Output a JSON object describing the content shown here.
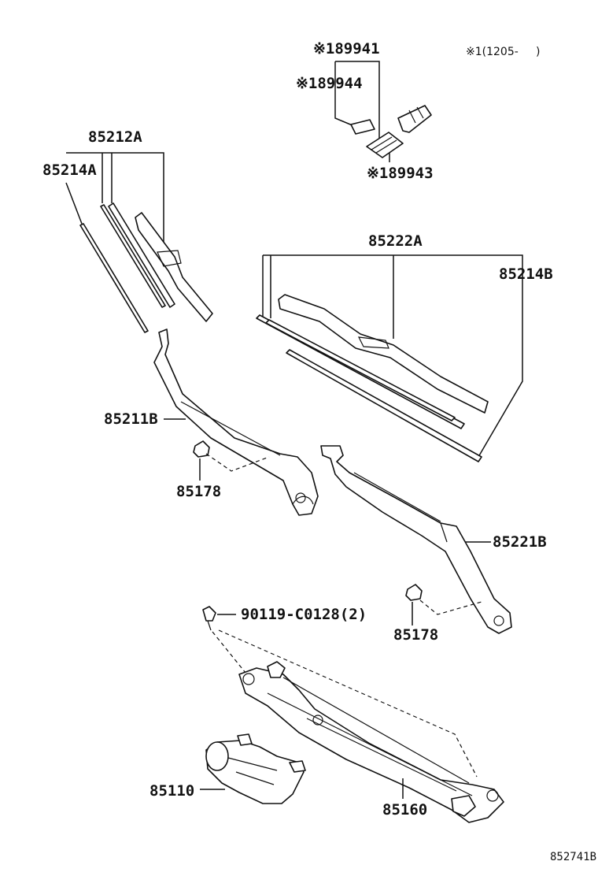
{
  "diagram": {
    "labels": {
      "p89941": "※189941",
      "p89944": "※189944",
      "p89943": "※189943",
      "note": "※1(1205-     )",
      "p85212A": "85212A",
      "p85214A": "85214A",
      "p85222A": "85222A",
      "p85214B": "85214B",
      "p85211B": "85211B",
      "p85178a": "85178",
      "p85221B": "85221B",
      "p90119": "90119-C0128(2)",
      "p85178b": "85178",
      "p85110": "85110",
      "p85160": "85160",
      "diagram_id": "852741B"
    }
  }
}
